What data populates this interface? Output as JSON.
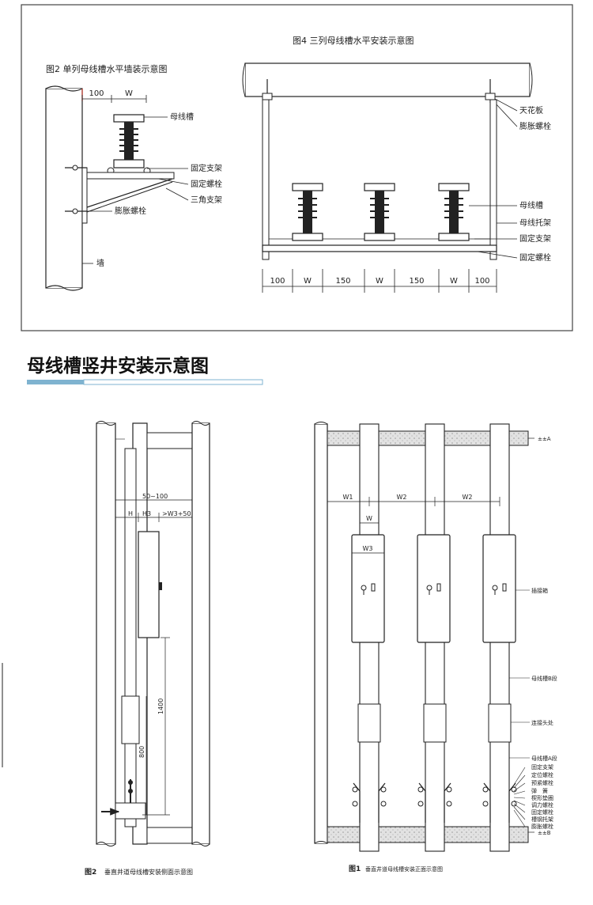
{
  "fig2_title": "图2 单列母线槽水平墙装示意图",
  "fig2_dims": {
    "d100": "100",
    "w": "W"
  },
  "fig2_labels": {
    "busbar": "母线槽",
    "fixed_bracket": "固定支架",
    "fixed_bolt": "固定螺栓",
    "triangle_bracket": "三角支架",
    "expansion_bolt": "膨胀螺栓",
    "wall": "墙"
  },
  "fig4_title": "图4 三列母线槽水平安装示意图",
  "fig4_labels": {
    "ceiling": "天花板",
    "expansion_bolt": "膨胀螺栓",
    "busbar": "母线槽",
    "busbar_support": "母线托架",
    "fixed_bracket": "固定支架",
    "fixed_bolt": "固定螺栓"
  },
  "fig4_dims": [
    "100",
    "W",
    "150",
    "W",
    "150",
    "W",
    "100"
  ],
  "section_heading": "母线槽竖井安装示意图",
  "side_view": {
    "title_num": "图2",
    "title_text": "垂直井道母线槽安装侧面示意图",
    "dim_50_100": "50~100",
    "dim_h": "H",
    "dim_h3": "H3",
    "dim_w3_50": ">W3+50",
    "dim_1400": "1400",
    "dim_800": "800"
  },
  "front_view": {
    "title_num": "图1",
    "title_text": "垂直井道母线槽安装正面示意图",
    "dims": {
      "w1": "W1",
      "w2a": "W2",
      "w2b": "W2",
      "w": "W",
      "w3": "W3"
    },
    "level_a": "±±A",
    "level_b": "±±B",
    "labels": {
      "junction_box": "插接箱",
      "busbar_b": "母线槽B段",
      "connector": "连接头处",
      "busbar_a": "母线槽A段",
      "fixed_bracket": "固定支架",
      "positioning_bolt": "定位螺栓",
      "preload_bolt": "预紧螺栓",
      "spring": "弹　簧",
      "wedge_washer": "楔形垫圈",
      "adjust_bolt": "调力螺栓",
      "fixed_bolt": "固定螺栓",
      "channel_support": "槽钢托架",
      "expansion_bolt": "膨胀螺栓"
    }
  }
}
